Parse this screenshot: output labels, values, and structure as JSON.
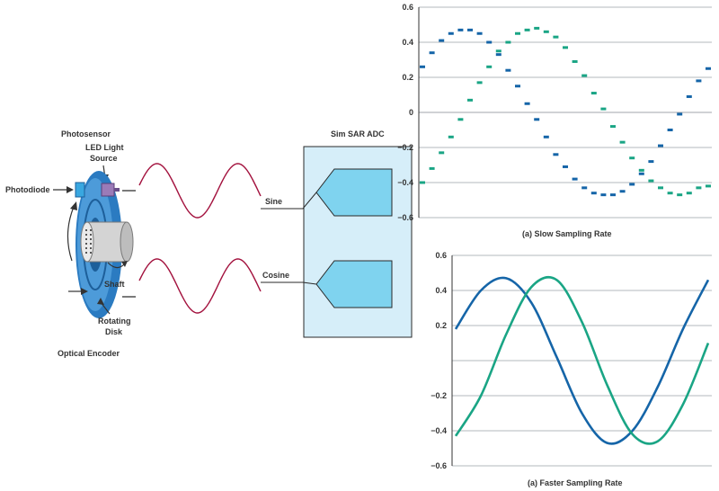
{
  "colors": {
    "sine_series": "#1565a8",
    "cosine_series": "#1aa585",
    "wave": "#a3123e",
    "adc_fill": "#d6eef9",
    "adc_block": "#7fd3ef",
    "disk": "#3a8fd0",
    "grid": "#9aa0a6"
  },
  "diagram": {
    "photosensor": "Photosensor",
    "led_line1": "LED Light",
    "led_line2": "Source",
    "photodiode": "Photodiode",
    "shaft": "Shaft",
    "rotating_line1": "Rotating",
    "rotating_line2": "Disk",
    "optical_encoder": "Optical Encoder",
    "adc_title": "Sim SAR ADC",
    "sine": "Sine",
    "cosine": "Cosine"
  },
  "chart_data": [
    {
      "type": "scatter",
      "title": "(a) Slow Sampling Rate",
      "ylim": [
        -0.6,
        0.6
      ],
      "yticks": [
        "0.6",
        "0.4",
        "0.2",
        "0",
        "−0.2",
        "−0.4",
        "−0.6"
      ],
      "grid": true,
      "series": [
        {
          "color": "#1565a8",
          "x": [
            0,
            1,
            2,
            3,
            4,
            5,
            6,
            7,
            8,
            9,
            10,
            11,
            12,
            13,
            14,
            15,
            16,
            17,
            18,
            19,
            20,
            21,
            22,
            23,
            24,
            25,
            26,
            27,
            28,
            29,
            30
          ],
          "y": [
            0.26,
            0.34,
            0.41,
            0.45,
            0.47,
            0.47,
            0.45,
            0.4,
            0.33,
            0.24,
            0.15,
            0.05,
            -0.04,
            -0.14,
            -0.24,
            -0.31,
            -0.38,
            -0.43,
            -0.46,
            -0.47,
            -0.47,
            -0.45,
            -0.41,
            -0.35,
            -0.28,
            -0.19,
            -0.1,
            -0.01,
            0.09,
            0.18,
            0.25
          ]
        },
        {
          "color": "#1aa585",
          "x": [
            0,
            1,
            2,
            3,
            4,
            5,
            6,
            7,
            8,
            9,
            10,
            11,
            12,
            13,
            14,
            15,
            16,
            17,
            18,
            19,
            20,
            21,
            22,
            23,
            24,
            25,
            26,
            27,
            28,
            29,
            30
          ],
          "y": [
            -0.4,
            -0.32,
            -0.23,
            -0.14,
            -0.04,
            0.07,
            0.17,
            0.26,
            0.35,
            0.4,
            0.45,
            0.47,
            0.48,
            0.46,
            0.43,
            0.37,
            0.29,
            0.21,
            0.11,
            0.02,
            -0.08,
            -0.17,
            -0.26,
            -0.33,
            -0.39,
            -0.43,
            -0.46,
            -0.47,
            -0.46,
            -0.43,
            -0.42
          ]
        }
      ]
    },
    {
      "type": "line",
      "title": "(a) Faster Sampling Rate",
      "ylim": [
        -0.6,
        0.6
      ],
      "yticks": [
        "0.6",
        "0.4",
        "0.2",
        "−0.2",
        "−0.4",
        "−0.6"
      ],
      "grid": true,
      "series": [
        {
          "color": "#1565a8",
          "x": [
            0,
            0.1,
            0.2,
            0.3,
            0.4,
            0.5,
            0.6,
            0.7,
            0.8,
            0.9,
            1.0
          ],
          "y": [
            0.18,
            0.4,
            0.47,
            0.33,
            0.02,
            -0.3,
            -0.47,
            -0.4,
            -0.15,
            0.18,
            0.46
          ]
        },
        {
          "color": "#1aa585",
          "x": [
            0,
            0.1,
            0.2,
            0.3,
            0.4,
            0.5,
            0.6,
            0.7,
            0.8,
            0.9,
            1.0
          ],
          "y": [
            -0.43,
            -0.2,
            0.15,
            0.42,
            0.46,
            0.22,
            -0.14,
            -0.42,
            -0.46,
            -0.25,
            0.1
          ]
        }
      ]
    }
  ]
}
